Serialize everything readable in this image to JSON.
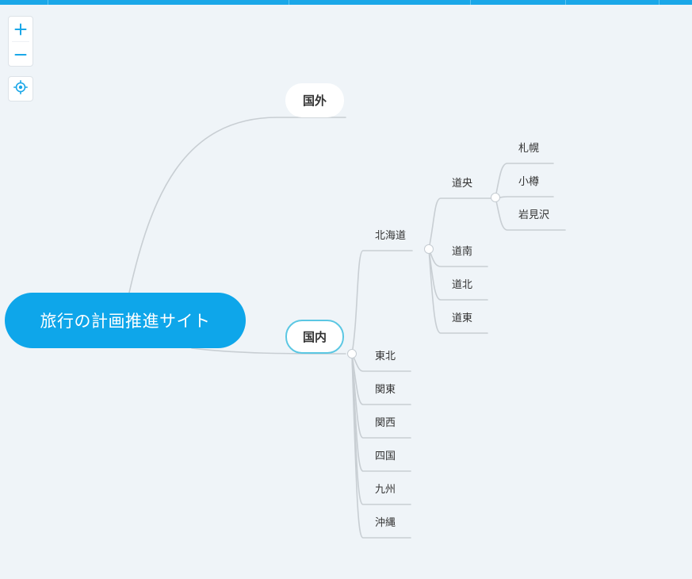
{
  "mindmap": {
    "root": {
      "label": "旅行の計画推進サイト"
    },
    "branches": [
      {
        "label": "国外",
        "children": []
      },
      {
        "label": "国内",
        "selected": true,
        "children": [
          {
            "label": "北海道",
            "children": [
              {
                "label": "道央",
                "children": [
                  {
                    "label": "札幌"
                  },
                  {
                    "label": "小樽"
                  },
                  {
                    "label": "岩見沢"
                  }
                ]
              },
              {
                "label": "道南"
              },
              {
                "label": "道北"
              },
              {
                "label": "道東"
              }
            ]
          },
          {
            "label": "東北"
          },
          {
            "label": "関東"
          },
          {
            "label": "関西"
          },
          {
            "label": "四国"
          },
          {
            "label": "九州"
          },
          {
            "label": "沖縄"
          }
        ]
      }
    ]
  },
  "controls": {
    "zoom_in_icon": "plus-icon",
    "zoom_out_icon": "minus-icon",
    "locate_icon": "crosshair-icon"
  },
  "colors": {
    "root_fill": "#0ea6ea",
    "accent": "#1aa7e8",
    "selected_border": "#5bc7e3",
    "connector": "#c8ced3",
    "background": "#eff4f8"
  }
}
